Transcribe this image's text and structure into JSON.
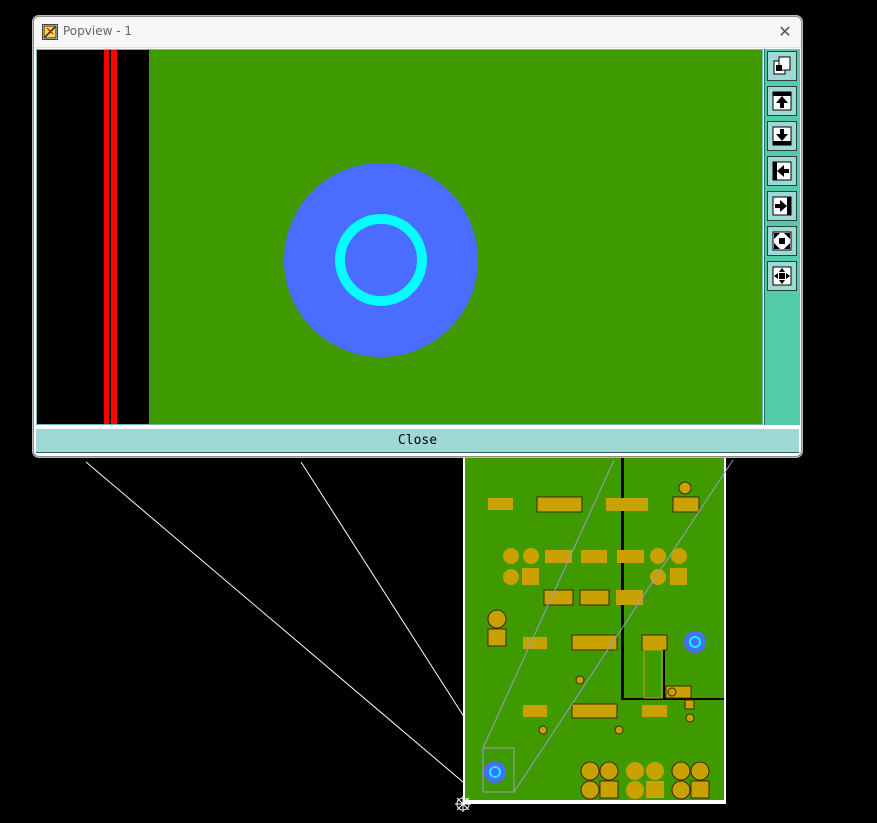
{
  "window": {
    "title": "Popview - 1",
    "close_symbol": "✕",
    "icon": "popview-app-icon"
  },
  "viewport": {
    "background_color": "#3f9a00",
    "keepout_color": "#000000",
    "trace_color": "#ff0000",
    "pad_color": "#4a6cff",
    "drill_ring_color": "#00ffff"
  },
  "toolbar": {
    "buttons": [
      {
        "name": "copy-view-button",
        "icon": "copy-view-icon"
      },
      {
        "name": "pan-up-button",
        "icon": "arrow-up-icon"
      },
      {
        "name": "pan-down-button",
        "icon": "arrow-down-icon"
      },
      {
        "name": "pan-left-button",
        "icon": "arrow-left-icon"
      },
      {
        "name": "pan-right-button",
        "icon": "arrow-right-icon"
      },
      {
        "name": "zoom-in-button",
        "icon": "zoom-in-icon"
      },
      {
        "name": "zoom-out-button",
        "icon": "zoom-out-icon"
      }
    ]
  },
  "footer": {
    "close_label": "Close"
  },
  "board": {
    "substrate_color": "#3f9a00",
    "copper_color": "#c9a100",
    "highlight_color": "#4a6cff"
  }
}
